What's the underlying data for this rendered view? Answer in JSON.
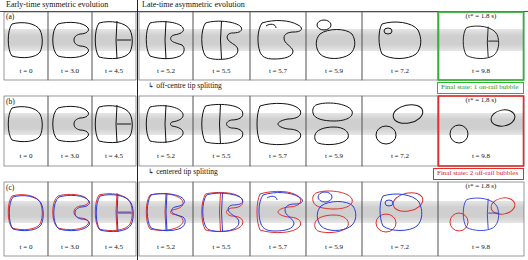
{
  "diagram": {
    "nodes": [
      {
        "text": [
          "Final state: 1 on-rail bubble"
        ]
      },
      {
        "text": [
          "Final state: 2 off-rail bubbles"
        ]
      }
    ],
    "labels": [
      "Early-time symmetric evolution",
      "Late-time asymmetric evolution",
      "(a)",
      "t = 0",
      "t = 3.0",
      "t = 4.5",
      "t = 5.2",
      "t = 5.5",
      "t = 5.7",
      "t = 5.9",
      "t = 7.2",
      "t = 9.8",
      "(t* = 1.8 s)",
      "↳ off-centre tip splitting",
      "(b)",
      "t = 0",
      "t = 3.0",
      "t = 4.5",
      "t = 5.2",
      "t = 5.5",
      "t = 5.7",
      "t = 5.9",
      "t = 7.2",
      "t = 9.8",
      "(t* = 1.8 s)",
      "↳ centered tip splitting",
      "(c)",
      "t = 0",
      "t = 3.0",
      "t = 4.5",
      "t = 5.2",
      "t = 5.5",
      "t = 5.7",
      "t = 5.9",
      "t = 7.2",
      "t = 9.8",
      "(t* = 1.8 s)"
    ]
  }
}
